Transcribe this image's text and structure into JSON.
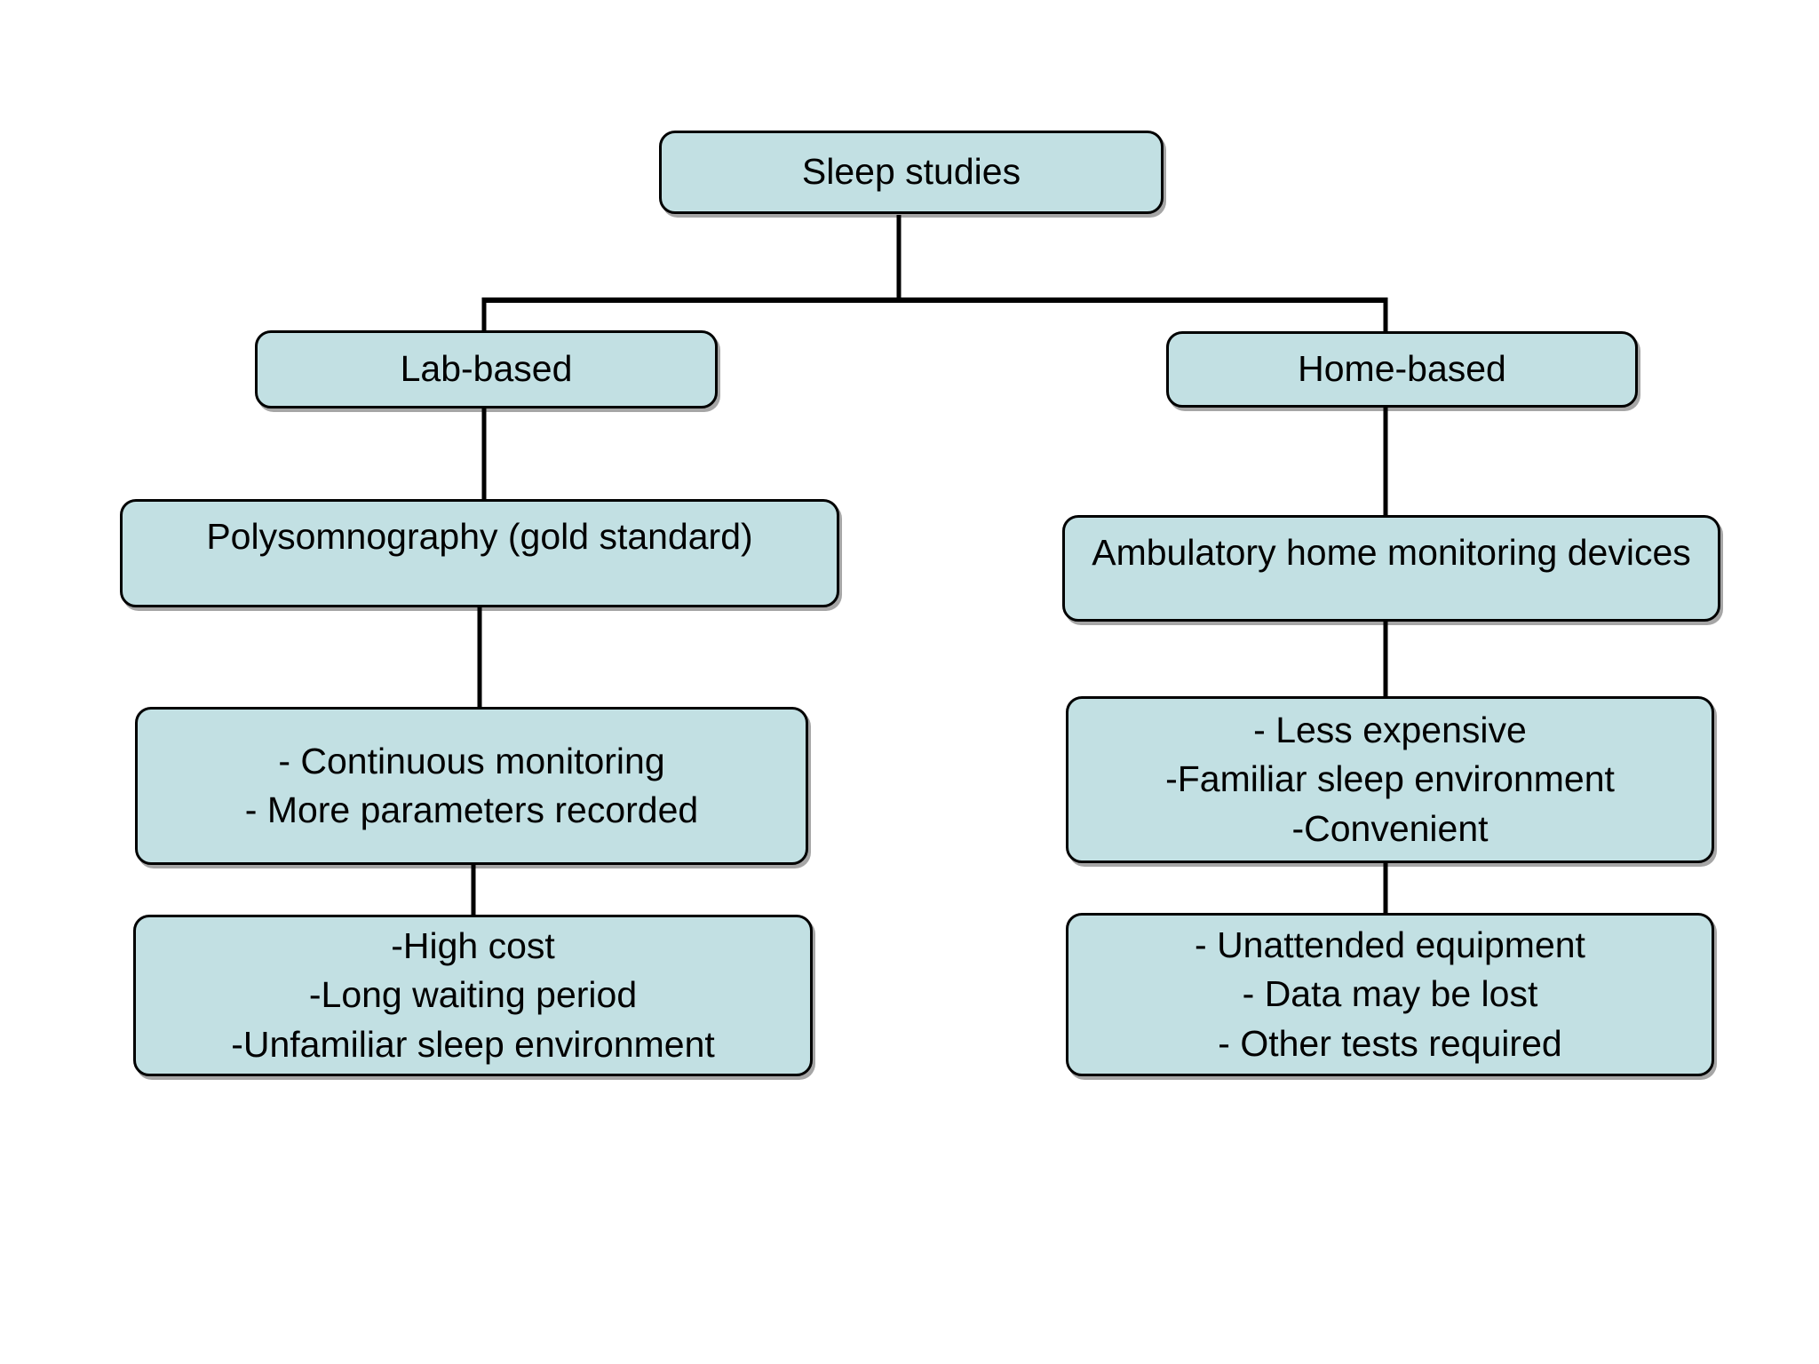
{
  "diagram": {
    "title": "Sleep studies",
    "colors": {
      "node_fill": "#c2e0e3",
      "node_border": "#000000",
      "connector": "#000000",
      "background": "#ffffff",
      "text": "#000000"
    },
    "nodes": {
      "root": {
        "label": "Sleep studies"
      },
      "lab": {
        "label": "Lab-based"
      },
      "home": {
        "label": "Home-based"
      },
      "poly": {
        "label": "Polysomnography (gold standard)"
      },
      "ambulatory": {
        "label": "Ambulatory home monitoring devices"
      },
      "lab_pros": {
        "lines": [
          "- Continuous monitoring",
          "- More parameters recorded"
        ]
      },
      "home_pros": {
        "lines": [
          "- Less expensive",
          "-Familiar sleep environment",
          "-Convenient"
        ]
      },
      "lab_cons": {
        "lines": [
          "-High cost",
          "-Long waiting period",
          "-Unfamiliar sleep environment"
        ]
      },
      "home_cons": {
        "lines": [
          "- Unattended equipment",
          "- Data may be lost",
          "- Other tests required"
        ]
      }
    },
    "edges": [
      {
        "from": "sleep-studies",
        "to": "lab-based"
      },
      {
        "from": "sleep-studies",
        "to": "home-based"
      },
      {
        "from": "lab-based",
        "to": "polysomnography"
      },
      {
        "from": "polysomnography",
        "to": "lab-advantages"
      },
      {
        "from": "lab-advantages",
        "to": "lab-disadvantages"
      },
      {
        "from": "home-based",
        "to": "ambulatory-home-monitoring-devices"
      },
      {
        "from": "ambulatory-home-monitoring-devices",
        "to": "home-advantages"
      },
      {
        "from": "home-advantages",
        "to": "home-disadvantages"
      }
    ]
  }
}
